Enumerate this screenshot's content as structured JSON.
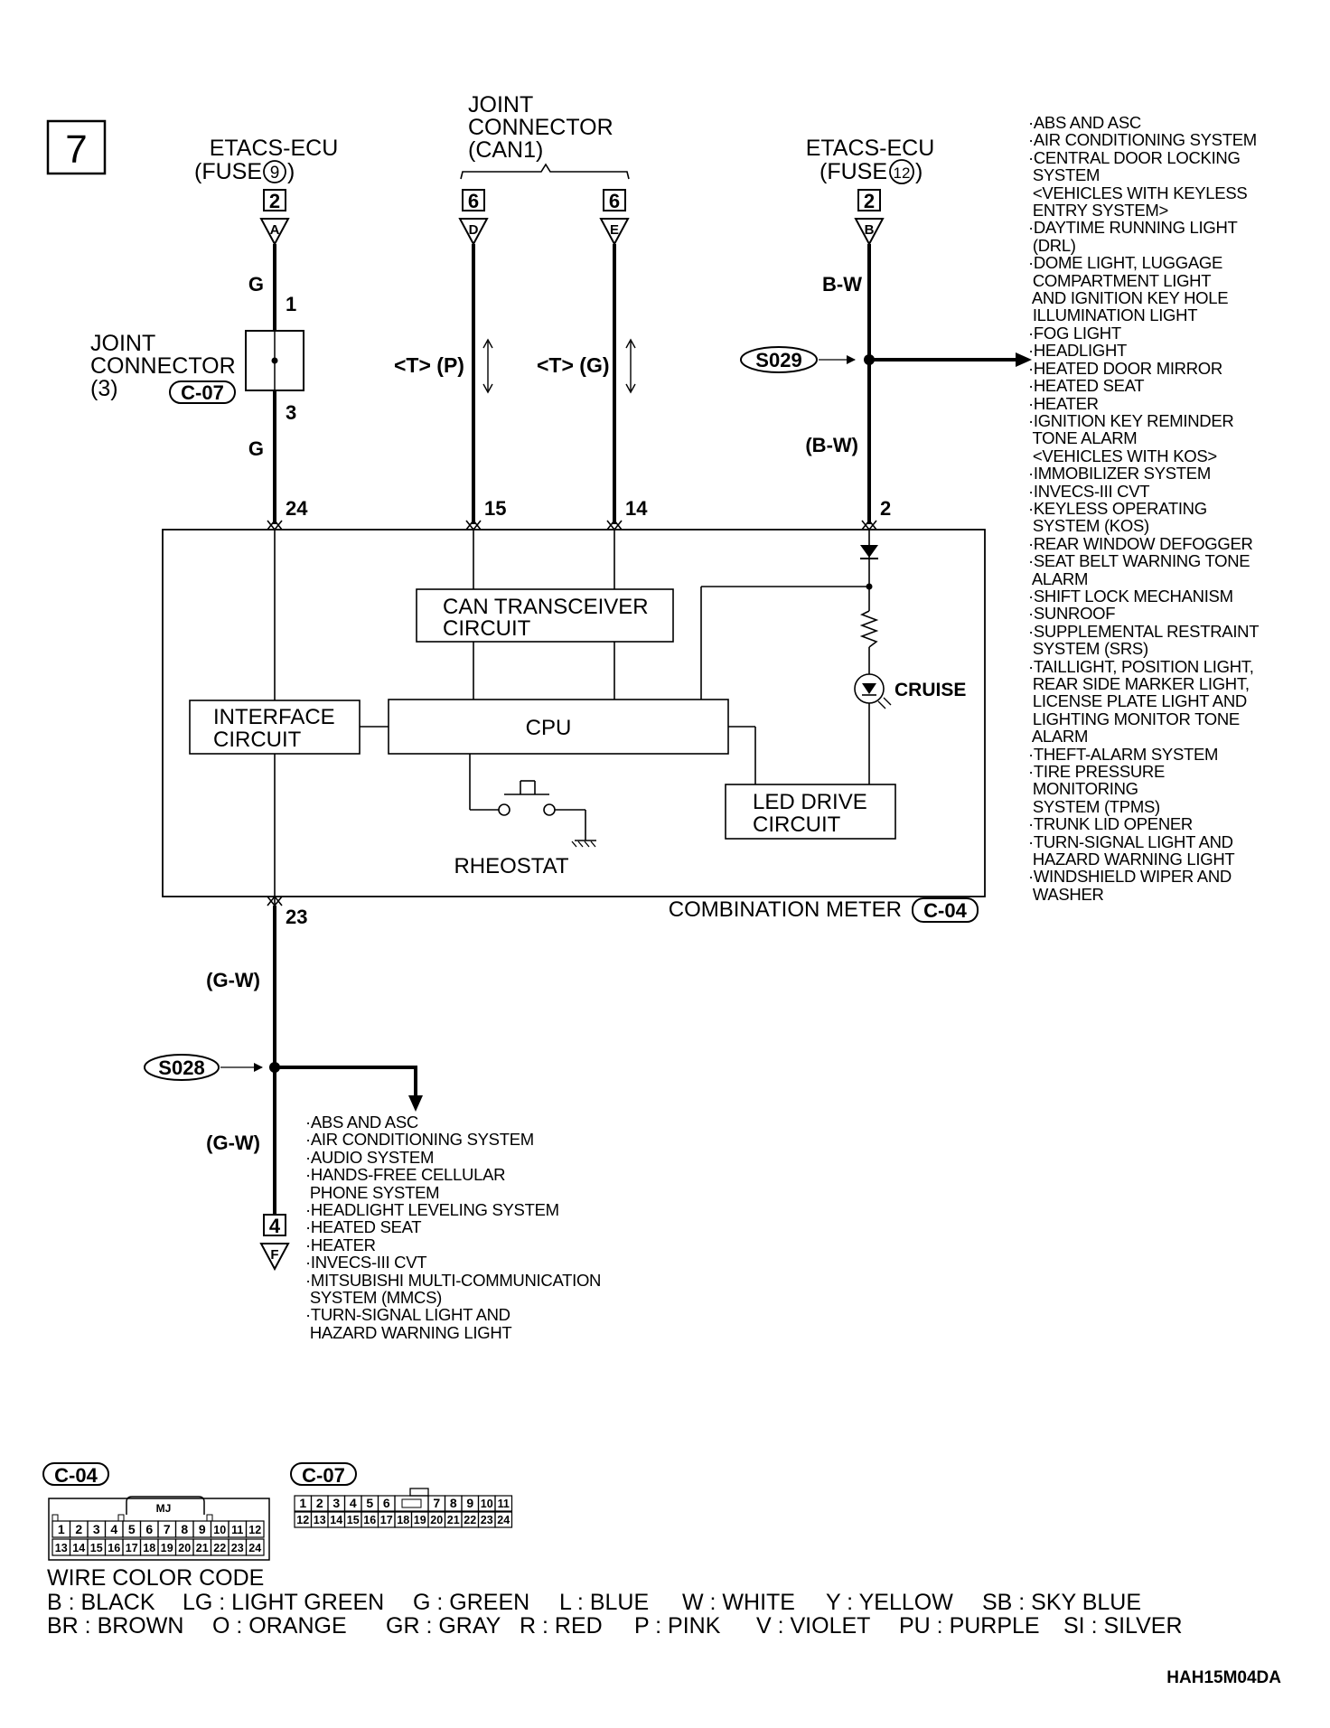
{
  "diagram_number": "7",
  "sources": {
    "left": {
      "name": "ETACS-ECU",
      "fuse_prefix": "(FUSE",
      "fuse_no": "9",
      "fuse_suffix": ")",
      "pin": "2",
      "connector": "A"
    },
    "can": {
      "line1": "JOINT",
      "line2": "CONNECTOR",
      "line3": "(CAN1)",
      "pin_d": "6",
      "conn_d": "D",
      "pin_e": "6",
      "conn_e": "E"
    },
    "right": {
      "name": "ETACS-ECU",
      "fuse_prefix": "(FUSE",
      "fuse_no": "12",
      "fuse_suffix": ")",
      "pin": "2",
      "connector": "B"
    }
  },
  "joint_connector": {
    "line1": "JOINT",
    "line2": "CONNECTOR",
    "line3": "(3)",
    "code": "C-07",
    "pin_in": "1",
    "pin_out": "3"
  },
  "wires": {
    "g_top": "G",
    "g_mid": "G",
    "bw_top": "B-W",
    "bw_mid": "(B-W)",
    "t_p": "<T> (P)",
    "t_g": "<T> (G)",
    "gw_top": "(G-W)",
    "gw_bot": "(G-W)"
  },
  "splices": {
    "s029": "S029",
    "s028": "S028"
  },
  "meter_pins": {
    "p24": "24",
    "p15": "15",
    "p14": "14",
    "p2": "2",
    "p23": "23"
  },
  "meter": {
    "can_transceiver_1": "CAN TRANSCEIVER",
    "can_transceiver_2": "CIRCUIT",
    "interface_1": "INTERFACE",
    "interface_2": "CIRCUIT",
    "cpu": "CPU",
    "led_drive_1": "LED DRIVE",
    "led_drive_2": "CIRCUIT",
    "rheostat": "RHEOSTAT",
    "cruise": "CRUISE",
    "name": "COMBINATION METER",
    "code": "C-04"
  },
  "ground_out": {
    "pin": "4",
    "connector": "F"
  },
  "right_list": [
    "·ABS AND ASC",
    "·AIR CONDITIONING SYSTEM",
    "·CENTRAL DOOR LOCKING",
    " SYSTEM",
    " <VEHICLES WITH KEYLESS",
    " ENTRY SYSTEM>",
    "·DAYTIME RUNNING LIGHT",
    " (DRL)",
    "·DOME LIGHT, LUGGAGE",
    " COMPARTMENT LIGHT",
    " AND IGNITION KEY HOLE",
    " ILLUMINATION LIGHT",
    "·FOG LIGHT",
    "·HEADLIGHT",
    "·HEATED DOOR MIRROR",
    "·HEATED SEAT",
    "·HEATER",
    "·IGNITION KEY REMINDER",
    " TONE ALARM",
    " <VEHICLES WITH KOS>",
    "·IMMOBILIZER SYSTEM",
    "·INVECS-III CVT",
    "·KEYLESS OPERATING",
    " SYSTEM (KOS)",
    "·REAR WINDOW DEFOGGER",
    "·SEAT BELT WARNING TONE",
    " ALARM",
    "·SHIFT LOCK MECHANISM",
    "·SUNROOF",
    "·SUPPLEMENTAL RESTRAINT",
    " SYSTEM (SRS)",
    "·TAILLIGHT, POSITION LIGHT,",
    " REAR SIDE MARKER LIGHT,",
    " LICENSE PLATE LIGHT AND",
    " LIGHTING MONITOR TONE",
    " ALARM",
    "·THEFT-ALARM SYSTEM",
    "·TIRE PRESSURE",
    " MONITORING",
    " SYSTEM (TPMS)",
    "·TRUNK LID OPENER",
    "·TURN-SIGNAL LIGHT AND",
    " HAZARD WARNING LIGHT",
    "·WINDSHIELD WIPER AND",
    " WASHER"
  ],
  "bottom_list": [
    "·ABS AND ASC",
    "·AIR CONDITIONING SYSTEM",
    "·AUDIO SYSTEM",
    "·HANDS-FREE CELLULAR",
    " PHONE SYSTEM",
    "·HEADLIGHT LEVELING SYSTEM",
    "·HEATED SEAT",
    "·HEATER",
    "·INVECS-III CVT",
    "·MITSUBISHI MULTI-COMMUNICATION",
    " SYSTEM (MMCS)",
    "·TURN-SIGNAL LIGHT AND",
    " HAZARD WARNING LIGHT"
  ],
  "connector_c04": {
    "code": "C-04",
    "tag": "MJ",
    "row1": [
      "1",
      "2",
      "3",
      "4",
      "5",
      "6",
      "7",
      "8",
      "9",
      "10",
      "11",
      "12"
    ],
    "row2": [
      "13",
      "14",
      "15",
      "16",
      "17",
      "18",
      "19",
      "20",
      "21",
      "22",
      "23",
      "24"
    ]
  },
  "connector_c07": {
    "code": "C-07",
    "row1": [
      "1",
      "2",
      "3",
      "4",
      "5",
      "6",
      "7",
      "8",
      "9",
      "10",
      "11"
    ],
    "row2": [
      "12",
      "13",
      "14",
      "15",
      "16",
      "17",
      "18",
      "19",
      "20",
      "21",
      "22",
      "23",
      "24"
    ]
  },
  "wire_color_code": {
    "title": "WIRE COLOR CODE",
    "row1": [
      "B : BLACK",
      "LG : LIGHT GREEN",
      "G : GREEN",
      "L : BLUE",
      "W : WHITE",
      "Y : YELLOW",
      "SB : SKY BLUE"
    ],
    "row2": [
      "BR : BROWN",
      "O : ORANGE",
      "GR : GRAY",
      "R : RED",
      "P : PINK",
      "V : VIOLET",
      "PU : PURPLE",
      "SI : SILVER"
    ]
  },
  "figure_code": "HAH15M04DA"
}
